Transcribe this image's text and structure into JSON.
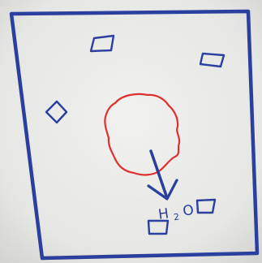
{
  "colors": {
    "paper": "#eeeeec",
    "paper_shade": "#d9d9d6",
    "ink_blue": "#2a3f9e",
    "ink_red": "#e0302c"
  },
  "molecule_label": {
    "main": "H",
    "subscript": "2",
    "tail": "O"
  }
}
